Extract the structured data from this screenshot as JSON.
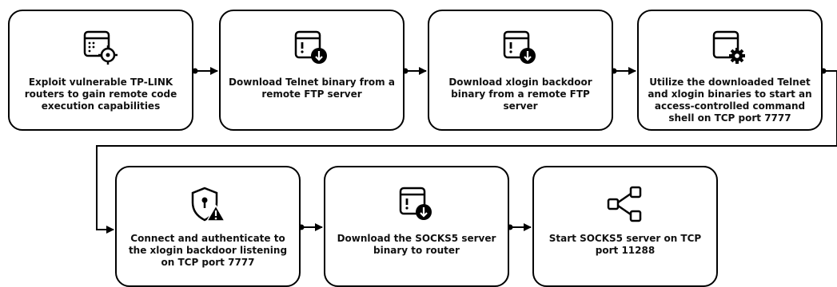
{
  "steps": [
    {
      "label": "Exploit vulnerable TP-LINK routers to gain remote code execution capabilities",
      "icon": "window-target-icon"
    },
    {
      "label": "Download Telnet binary from a remote FTP server",
      "icon": "window-download-icon"
    },
    {
      "label": "Download xlogin backdoor binary from a remote FTP server",
      "icon": "window-download-icon"
    },
    {
      "label": "Utilize the downloaded Telnet and xlogin binaries to start an access-controlled command shell on TCP port 7777",
      "icon": "window-gear-icon"
    },
    {
      "label": "Connect and authenticate to the xlogin backdoor listening on TCP port 7777",
      "icon": "shield-warning-icon"
    },
    {
      "label": "Download the SOCKS5 server binary to router",
      "icon": "window-download-icon"
    },
    {
      "label": "Start SOCKS5 server on TCP port 11288",
      "icon": "share-nodes-icon"
    }
  ]
}
